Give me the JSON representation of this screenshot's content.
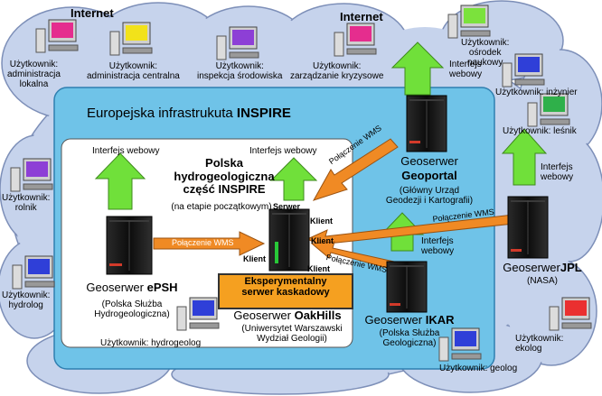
{
  "colors": {
    "cloud": "#c6d3ec",
    "cloud_edge": "#7d8fb8",
    "inspire_box": "#6fc3e8",
    "inner_box": "#ffffff",
    "arrow_green": "#70e03a",
    "arrow_orange": "#f08a24",
    "highlight": "#f5a020",
    "server_dark": "#101010",
    "server_accent": "#d23a2a"
  },
  "clouds": {
    "left_title": "Internet",
    "right_title": "Internet",
    "users": {
      "admin_local": "Użytkownik:\nadministracja\nlokalna",
      "admin_central": "Użytkownik:\nadministracja centralna",
      "env_inspection": "Użytkownik:\ninspekcja środowiska",
      "crisis_mgmt": "Użytkownik:\nzarządzanie kryzysowe",
      "research": "Użytkownik:\nośrodek\nnaukowy",
      "engineer": "Użytkownik: inżynier",
      "forester": "Użytkownik: leśnik",
      "farmer": "Użytkownik:\nrolnik",
      "hydrologist": "Użytkownik:\nhydrolog",
      "ecologist": "Użytkownik:\nekolog",
      "geologist": "Użytkownik: geolog",
      "hydrogeologist": "Użytkownik: hydrogeolog"
    },
    "icon_names": [
      "computer-icon"
    ]
  },
  "inspire": {
    "title_normal": "Europejska infrastrukuta ",
    "title_bold": "INSPIRE",
    "polish_part": {
      "title": "Polska\nhydrogeologiczna\nczęść INSPIRE",
      "subtitle": "(na etapie początkowym)"
    }
  },
  "servers": {
    "epsh": {
      "name_normal": "Geoserwer ",
      "name_bold": "ePSH",
      "org": "(Polska Służba\nHydrogeologiczna)"
    },
    "oakhills": {
      "name_normal": "Geoserwer ",
      "name_bold": "OakHills",
      "org": "(Uniwersytet Warszawski\nWydział Geologii)",
      "highlight": "Eksperymentalny\nserwer kaskadowy",
      "role_server": "Serwer",
      "role_client": "Klient"
    },
    "geoportal": {
      "name_normal": "Geoserwer",
      "name_bold": "Geoportal",
      "org": "(Główny Urząd\nGeodezji i Kartografii)"
    },
    "ikar": {
      "name_normal": "Geoserwer ",
      "name_bold": "IKAR",
      "org": "(Polska Służba\nGeologiczna)"
    },
    "jpl": {
      "name_normal": "Geoserwer",
      "name_bold": "JPL",
      "org": "(NASA)"
    }
  },
  "links": {
    "web_interface_one_line": "Interfejs webowy",
    "web_interface_two_line": "Interfejs\nwebowy",
    "wms": "Połączenie WMS"
  }
}
